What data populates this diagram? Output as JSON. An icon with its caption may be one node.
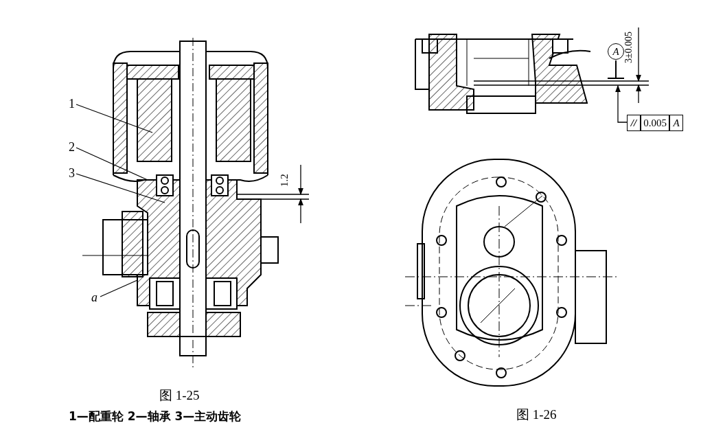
{
  "diagram": {
    "nodes": [
      {
        "text": [
          "1"
        ]
      },
      {
        "text": [
          "2"
        ]
      },
      {
        "text": [
          "3"
        ]
      },
      {
        "text": [
          "a"
        ]
      }
    ],
    "edges": [
      {
        "from": 0,
        "to": null,
        "arrow": "none"
      },
      {
        "from": 1,
        "to": null,
        "arrow": "none"
      },
      {
        "from": 2,
        "to": null,
        "arrow": "none"
      },
      {
        "from": 3,
        "to": null,
        "arrow": "none"
      }
    ],
    "labels": [
      "1.2",
      "A",
      "3±0.005",
      "//",
      "0.005",
      "A",
      "图 1-25",
      "1—配重轮 2—轴承 3—主动齿轮",
      "图 1-26"
    ]
  }
}
